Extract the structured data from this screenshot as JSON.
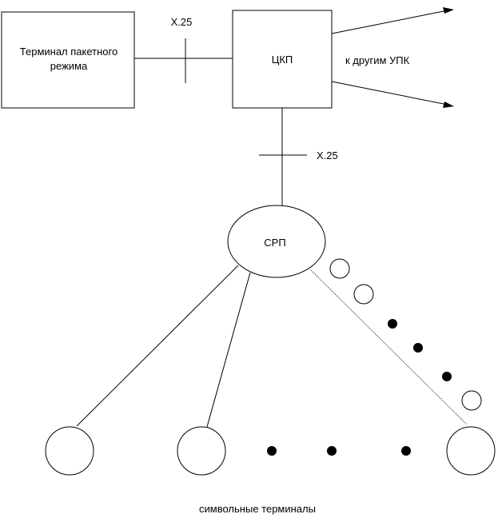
{
  "nodes": {
    "terminal": {
      "label_line1": "Терминал пакетного",
      "label_line2": "режима"
    },
    "ckp": {
      "label": "ЦКП"
    },
    "srp": {
      "label": "СРП"
    }
  },
  "edges": {
    "terminal_ckp": {
      "label": "X.25"
    },
    "ckp_srp": {
      "label": "X.25"
    },
    "to_other": {
      "label": "к другим УПК"
    }
  },
  "footer": {
    "caption": "символьные терминалы"
  },
  "colors": {
    "stroke": "#000000",
    "fill": "#ffffff",
    "dot": "#000000"
  }
}
